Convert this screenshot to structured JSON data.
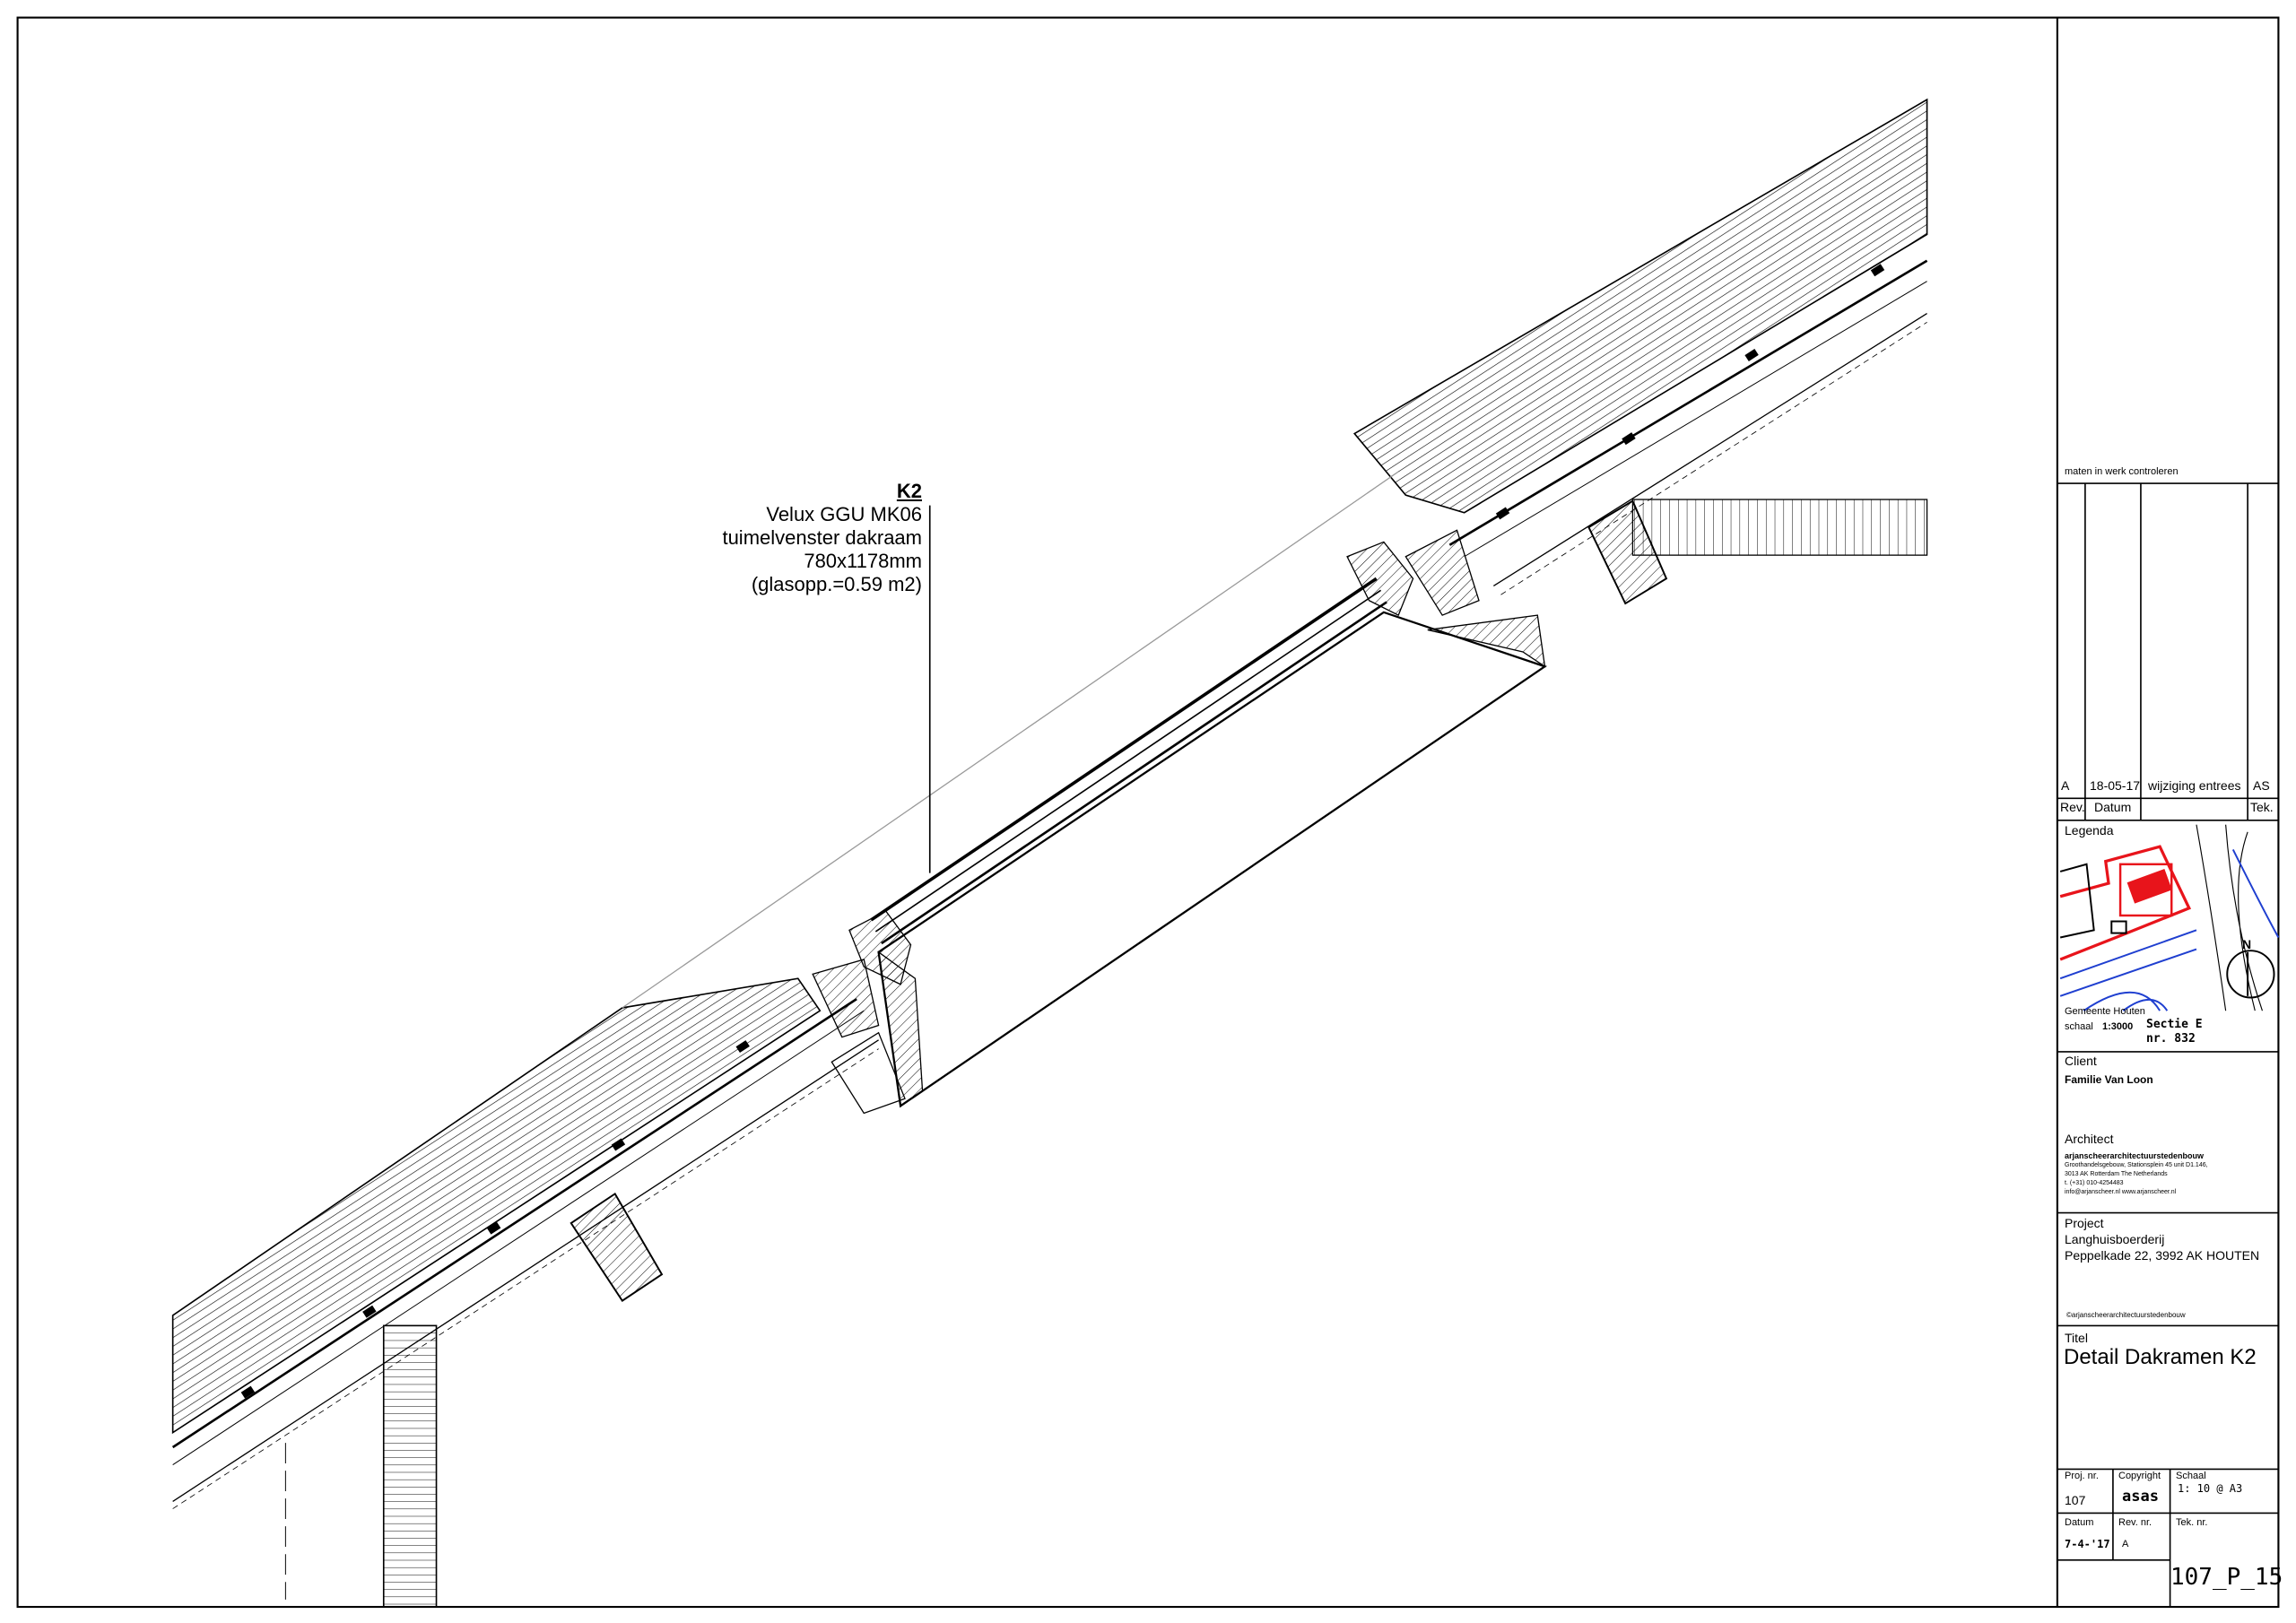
{
  "callout": {
    "tag": "K2",
    "lines": [
      "Velux GGU MK06",
      "tuimelvenster dakraam",
      "780x1178mm",
      "(glasopp.=0.59 m2)"
    ]
  },
  "title_block": {
    "note": "maten in werk controleren",
    "revision": {
      "rev": "A",
      "date": "18-05-17",
      "description": "wijziging entrees",
      "drawn_by": "AS"
    },
    "rev_headers": {
      "rev": "Rev.",
      "date": "Datum",
      "drawn_by": "Tek."
    },
    "legend": {
      "label": "Legenda",
      "municipality": "Gemeente Houten",
      "scale_label": "schaal",
      "scale": "1:3000",
      "section": "Sectie E",
      "number": "nr. 832",
      "north": "N"
    },
    "client": {
      "label": "Client",
      "name": "Familie Van Loon"
    },
    "architect": {
      "label": "Architect",
      "name": "arjanscheerarchitectuurstedenbouw",
      "address1": "Groothandelsgebouw, Stationsplein 45 unit D1.146,",
      "address2": "3013 AK Rotterdam The Netherlands",
      "phone": "t. (+31) 010-4254483",
      "web": "info@arjanscheer.nl  www.arjanscheer.nl"
    },
    "project": {
      "label": "Project",
      "name": "Langhuisboerderij",
      "address": "Peppelkade 22, 3992 AK HOUTEN",
      "copyright": "©arjanscheerarchitectuurstedenbouw"
    },
    "title": {
      "label": "Titel",
      "value": "Detail Dakramen K2"
    },
    "proj_nr": {
      "label": "Proj. nr.",
      "value": "107"
    },
    "copyright": {
      "label": "Copyright",
      "value": "asas"
    },
    "scale": {
      "label": "Schaal",
      "value": "1: 10 @ A3"
    },
    "date": {
      "label": "Datum",
      "value": "7-4-'17"
    },
    "rev_nr": {
      "label": "Rev. nr.",
      "value": "A"
    },
    "drawing_nr": {
      "label": "Tek. nr.",
      "value": "107_P_15"
    }
  },
  "colors": {
    "site_red": "#e8141b",
    "site_blue": "#1f3fd0",
    "ink": "#000000"
  }
}
